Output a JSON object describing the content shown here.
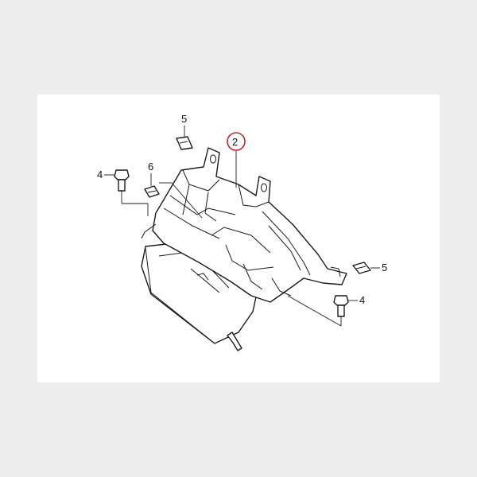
{
  "callouts": {
    "part_2": "2",
    "bolt_left": "4",
    "bolt_right": "4",
    "clip_top": "5",
    "clip_right": "5",
    "nut_6": "6"
  },
  "colors": {
    "background": "#ededed",
    "panel": "#ffffff",
    "line": "#1a1a1a",
    "highlight_circle": "#c0262b"
  }
}
